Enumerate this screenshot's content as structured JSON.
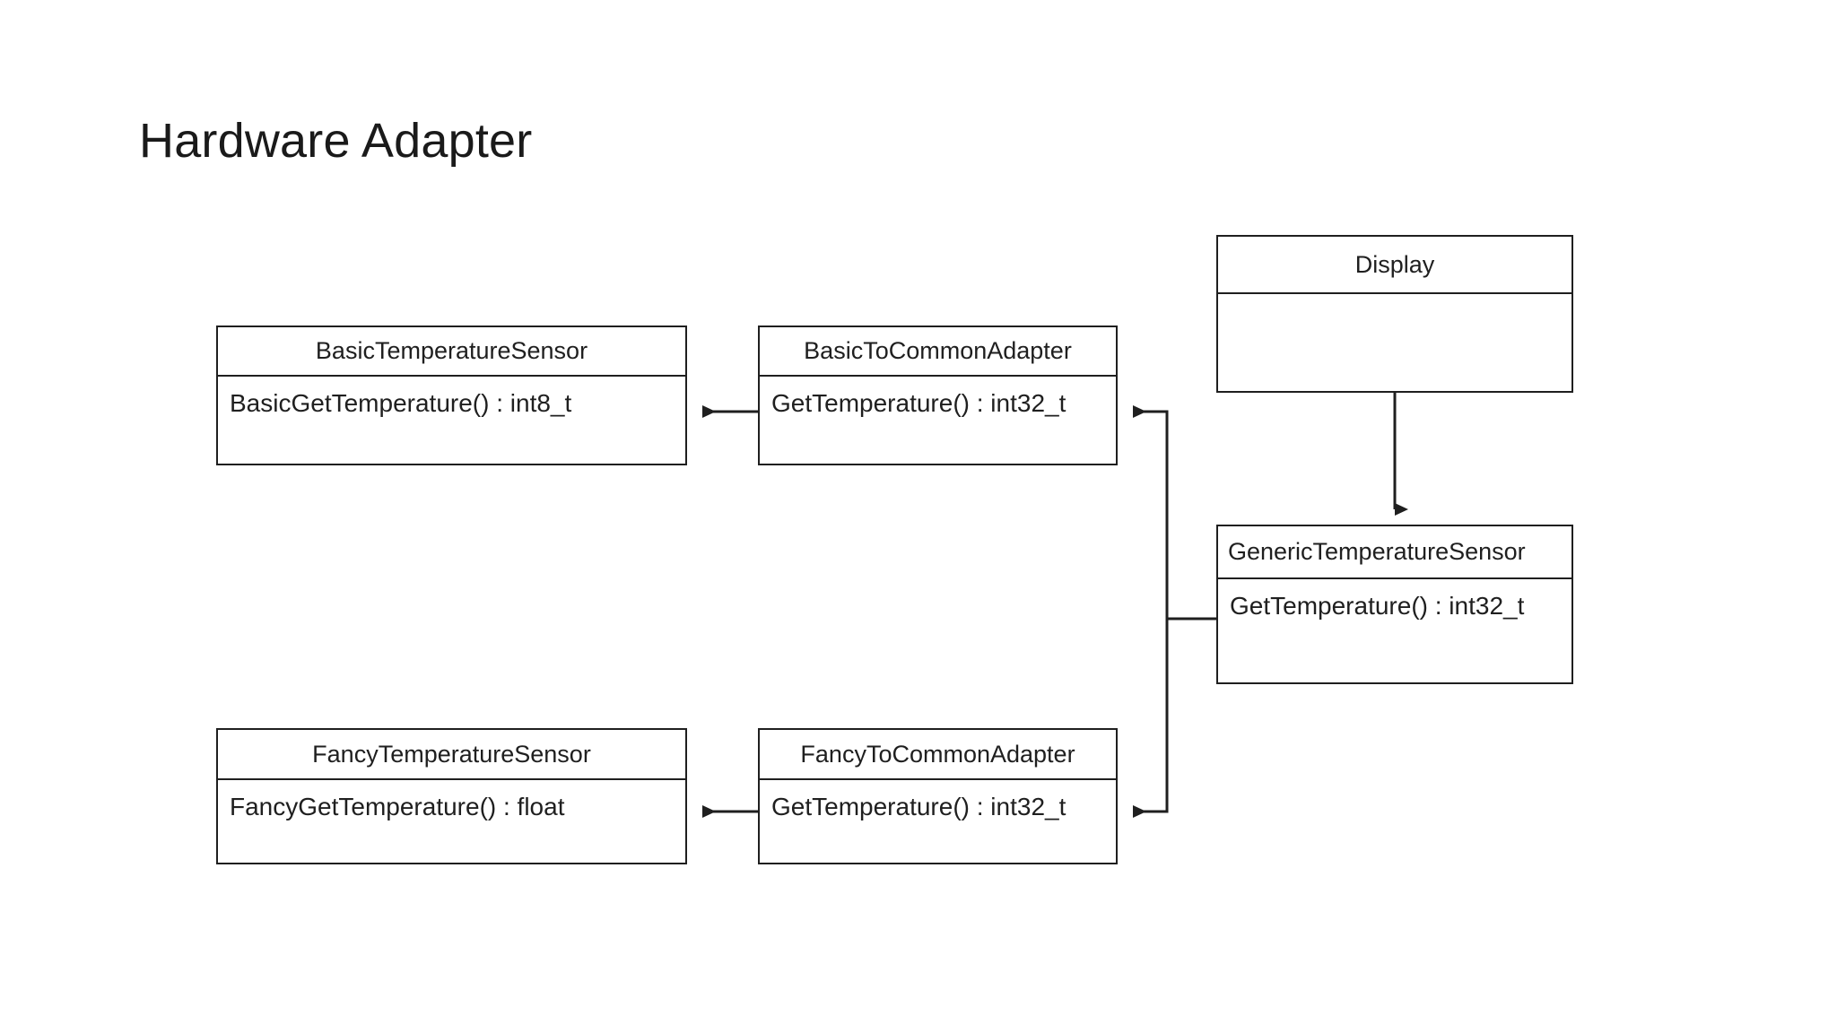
{
  "slide": {
    "title": "Hardware Adapter",
    "background_color": "#ffffff",
    "line_color": "#1f1f1f",
    "text_color": "#1f1f1f"
  },
  "classes": {
    "basic_sensor": {
      "name": "BasicTemperatureSensor",
      "member": "BasicGetTemperature() :  int8_t"
    },
    "basic_adapter": {
      "name": "BasicToCommonAdapter",
      "member": "GetTemperature() :  int32_t"
    },
    "fancy_sensor": {
      "name": "FancyTemperatureSensor",
      "member": "FancyGetTemperature() :  float"
    },
    "fancy_adapter": {
      "name": "FancyToCommonAdapter",
      "member": "GetTemperature() :  int32_t"
    },
    "display": {
      "name": "Display",
      "member": ""
    },
    "generic_sensor": {
      "name": "GenericTemperatureSensor",
      "member": "GetTemperature() :  int32_t"
    }
  },
  "connectors": [
    {
      "id": "basic-adapter-to-basic-sensor",
      "from": "basic_adapter",
      "to": "basic_sensor",
      "style": "solid",
      "arrowhead": "filled-triangle",
      "direction": "left"
    },
    {
      "id": "fancy-adapter-to-fancy-sensor",
      "from": "fancy_adapter",
      "to": "fancy_sensor",
      "style": "solid",
      "arrowhead": "filled-triangle",
      "direction": "left"
    },
    {
      "id": "display-to-generic-sensor",
      "from": "display",
      "to": "generic_sensor",
      "style": "solid",
      "arrowhead": "filled-triangle",
      "direction": "down"
    },
    {
      "id": "generic-sensor-to-basic-adapter",
      "from": "generic_sensor",
      "to": "basic_adapter",
      "style": "solid-orthogonal",
      "arrowhead": "filled-triangle",
      "direction": "left"
    },
    {
      "id": "generic-sensor-to-fancy-adapter",
      "from": "generic_sensor",
      "to": "fancy_adapter",
      "style": "solid-orthogonal",
      "arrowhead": "filled-triangle",
      "direction": "left"
    }
  ]
}
